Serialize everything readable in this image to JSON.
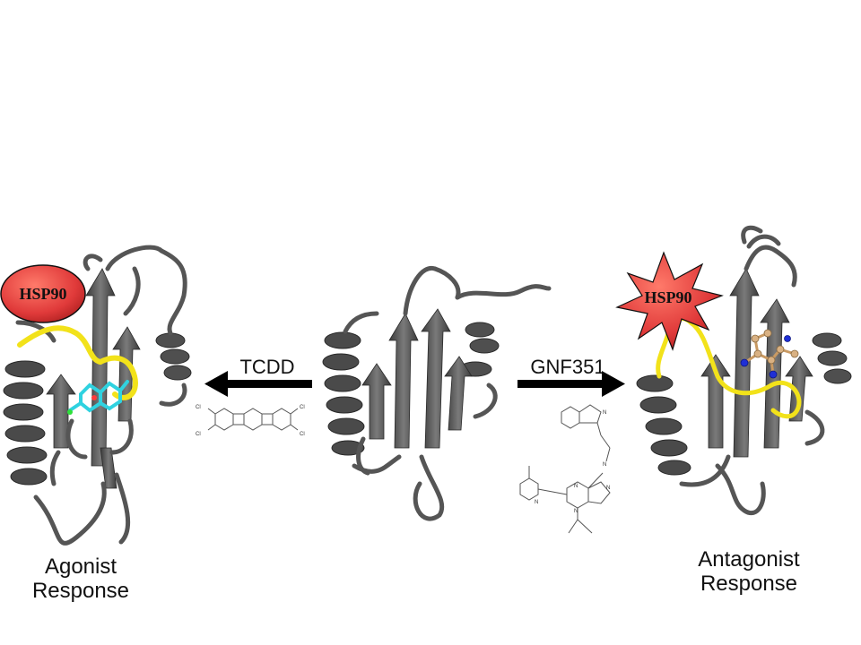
{
  "diagram": {
    "left_arrow_label": "TCDD",
    "right_arrow_label": "GNF351",
    "left_hsp_label": "HSP90",
    "right_hsp_label": "HSP90",
    "left_response": {
      "line1": "Agonist",
      "line2": "Response"
    },
    "right_response": {
      "line1": "Antagonist",
      "line2": "Response"
    },
    "molecule_atoms": {
      "chlorine": "Cl",
      "nitrogen": "N"
    }
  },
  "colors": {
    "protein_ribbon": "#5a5a5a",
    "protein_dark": "#3d3d3d",
    "hsp90_fill": "#e03a3a",
    "flexible_loop": "#f2e21a",
    "ligand_agonist": "#2fd2e0",
    "ligand_antagonist": "#d9b183",
    "arrow": "#000000"
  }
}
